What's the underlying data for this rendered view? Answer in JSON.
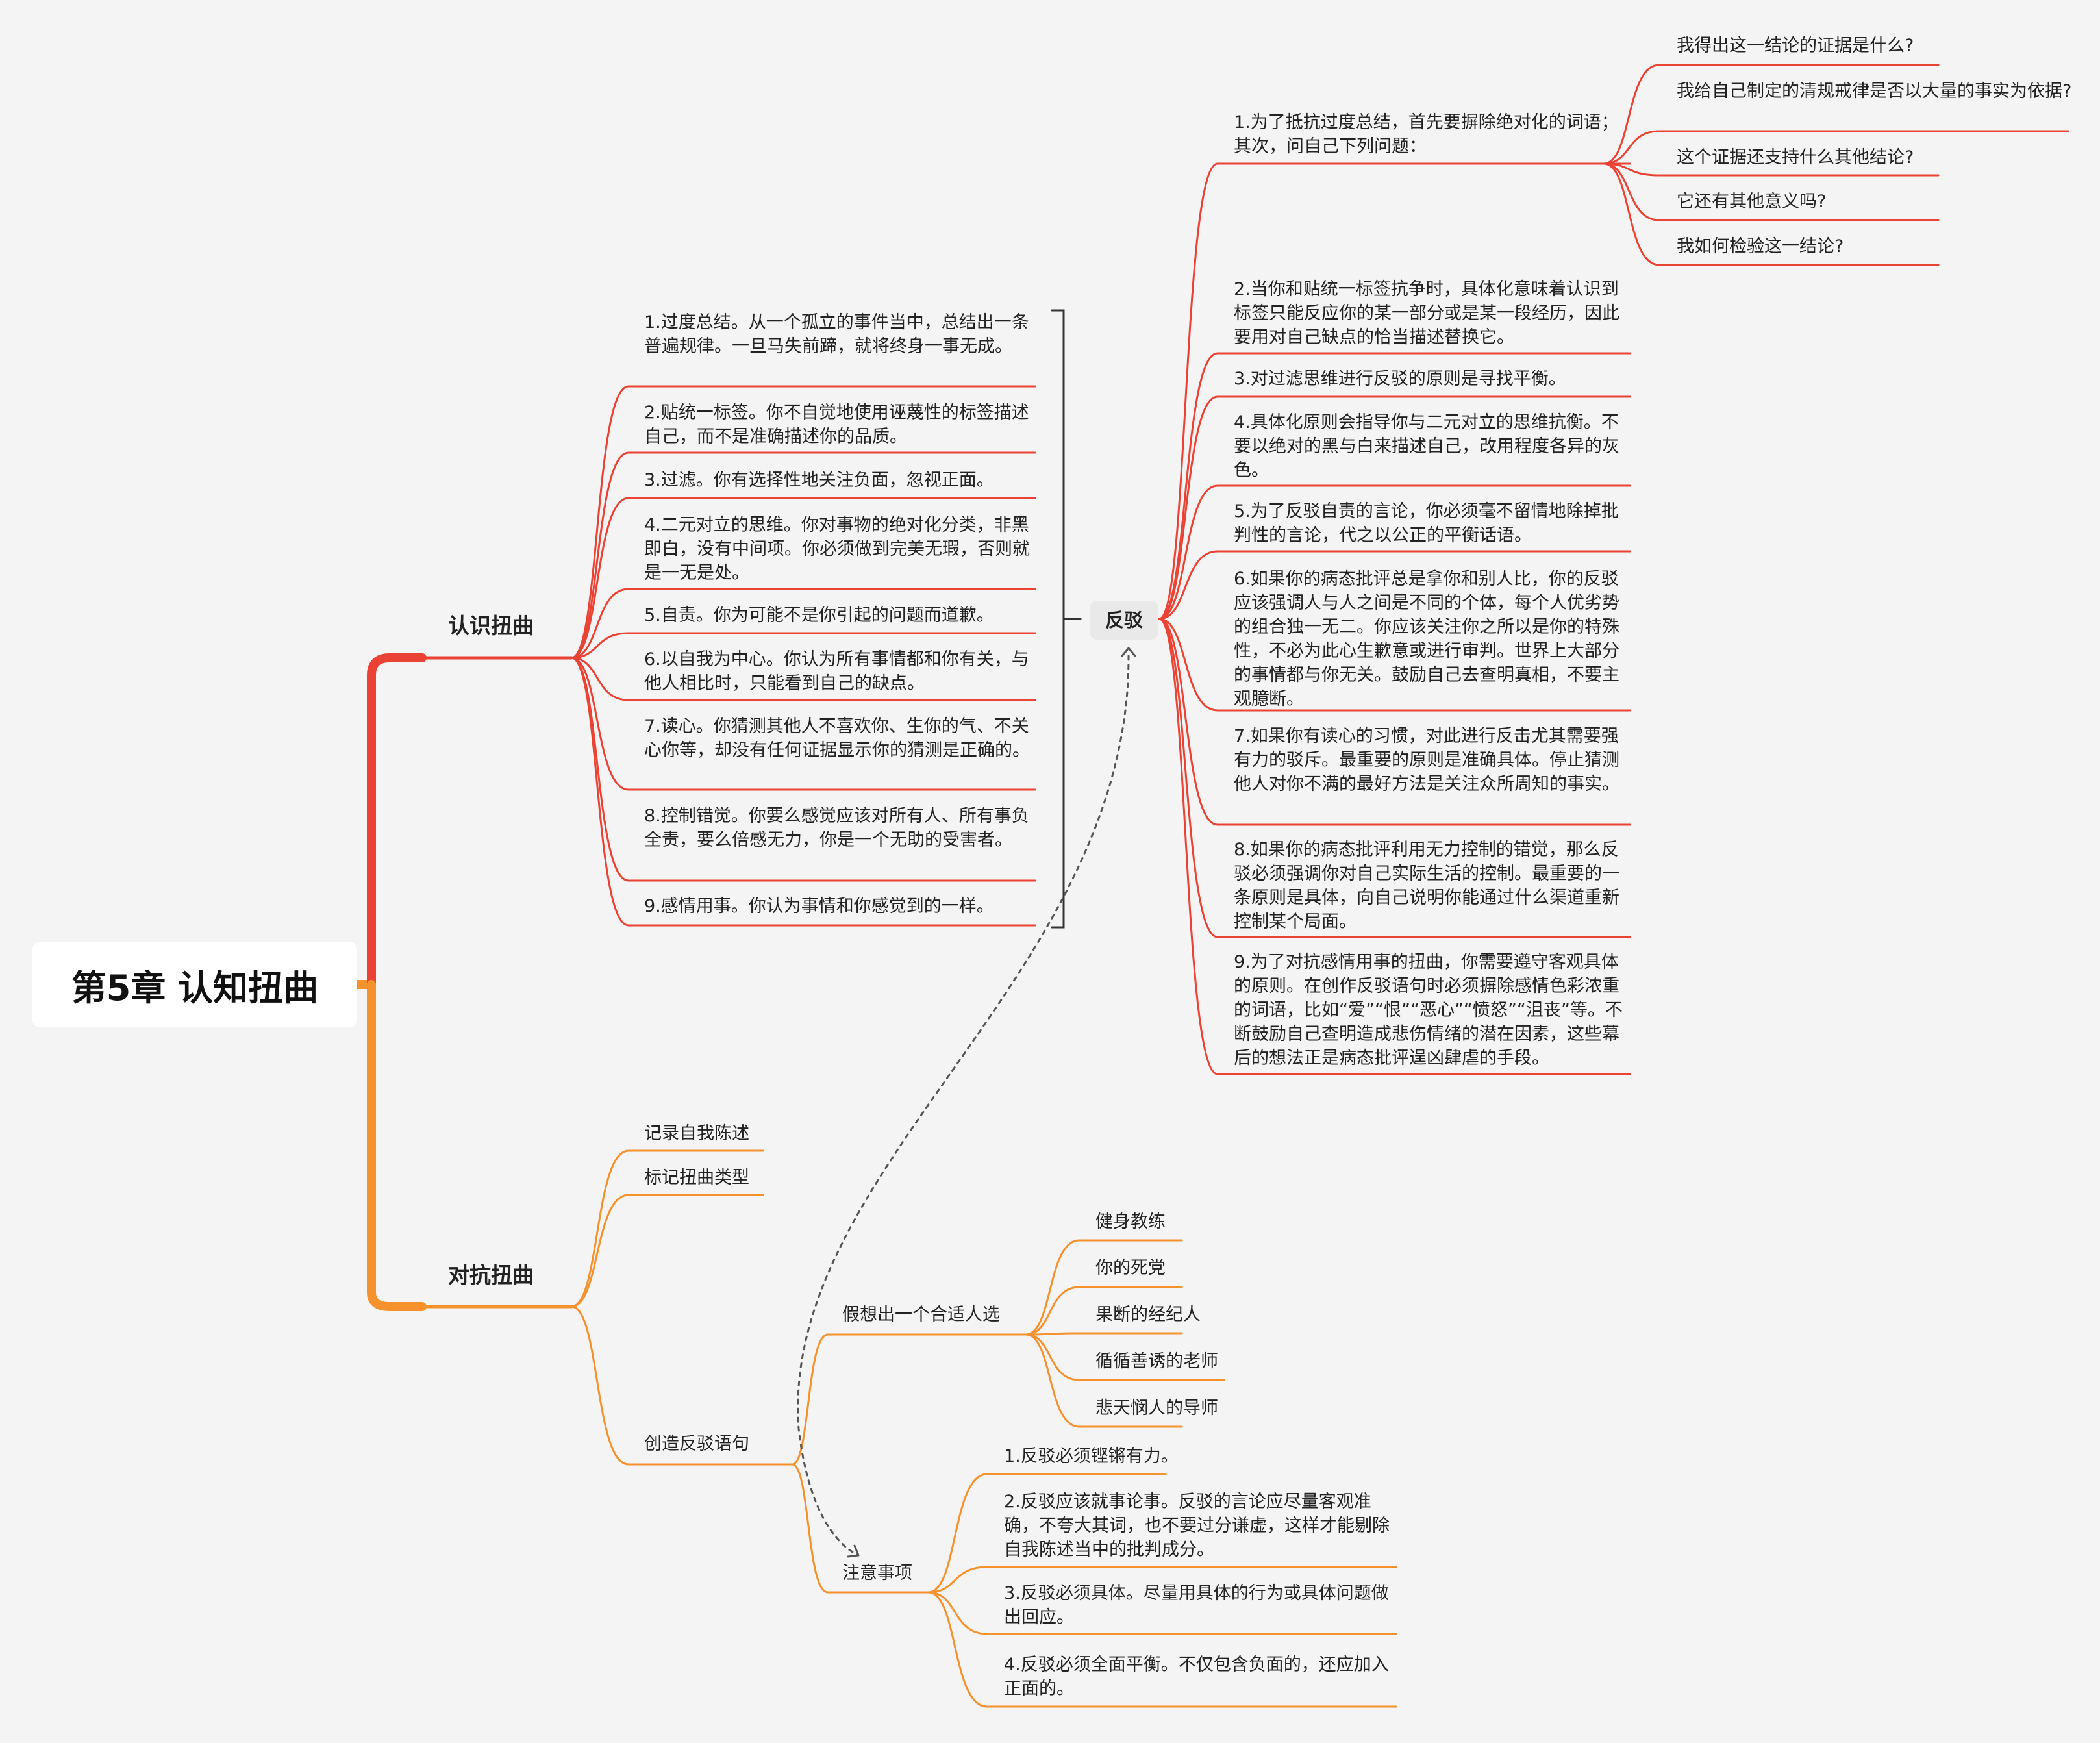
{
  "root": "第5章 认知扭曲",
  "branches": {
    "distortions": {
      "label": "认识扭曲",
      "items": [
        "1.过度总结。从一个孤立的事件当中，总结出一条普遍规律。一旦马失前蹄，就将终身一事无成。",
        "2.贴统一标签。你不自觉地使用诬蔑性的标签描述自己，而不是准确描述你的品质。",
        "3.过滤。你有选择性地关注负面，忽视正面。",
        "4.二元对立的思维。你对事物的绝对化分类，非黑即白，没有中间项。你必须做到完美无瑕，否则就是一无是处。",
        "5.自责。你为可能不是你引起的问题而道歉。",
        "6.以自我为中心。你认为所有事情都和你有关，与他人相比时，只能看到自己的缺点。",
        "7.读心。你猜测其他人不喜欢你、生你的气、不关心你等，却没有任何证据显示你的猜测是正确的。",
        "8.控制错觉。你要么感觉应该对所有人、所有事负全责，要么倍感无力，你是一个无助的受害者。",
        "9.感情用事。你认为事情和你感觉到的一样。"
      ]
    },
    "rebuttal": {
      "label": "反驳",
      "items": [
        "1.为了抵抗过度总结，首先要摒除绝对化的词语；其次，问自己下列问题：",
        "2.当你和贴统一标签抗争时，具体化意味着认识到标签只能反应你的某一部分或是某一段经历，因此要用对自己缺点的恰当描述替换它。",
        "3.对过滤思维进行反驳的原则是寻找平衡。",
        "4.具体化原则会指导你与二元对立的思维抗衡。不要以绝对的黑与白来描述自己，改用程度各异的灰色。",
        "5.为了反驳自责的言论，你必须毫不留情地除掉批判性的言论，代之以公正的平衡话语。",
        "6.如果你的病态批评总是拿你和别人比，你的反驳应该强调人与人之间是不同的个体，每个人优劣势的组合独一无二。你应该关注你之所以是你的特殊性，不必为此心生歉意或进行审判。世界上大部分的事情都与你无关。鼓励自己去查明真相，不要主观臆断。",
        "7.如果你有读心的习惯，对此进行反击尤其需要强有力的驳斥。最重要的原则是准确具体。停止猜测他人对你不满的最好方法是关注众所周知的事实。",
        "8.如果你的病态批评利用无力控制的错觉，那么反驳必须强调你对自己实际生活的控制。最重要的一条原则是具体，向自己说明你能通过什么渠道重新控制某个局面。",
        "9.为了对抗感情用事的扭曲，你需要遵守客观具体的原则。在创作反驳语句时必须摒除感情色彩浓重的词语，比如“爱”“恨”“恶心”“愤怒”“沮丧”等。不断鼓励自己查明造成悲伤情绪的潜在因素，这些幕后的想法正是病态批评逞凶肆虐的手段。"
      ],
      "questions": [
        "我得出这一结论的证据是什么?",
        "我给自己制定的清规戒律是否以大量的事实为依据?",
        "这个证据还支持什么其他结论?",
        "它还有其他意义吗?",
        "我如何检验这一结论?"
      ]
    },
    "counter": {
      "label": "对抗扭曲",
      "items": [
        "记录自我陈述",
        "标记扭曲类型",
        "创造反驳语句"
      ],
      "imagine": {
        "label": "假想出一个合适人选",
        "items": [
          "健身教练",
          "你的死党",
          "果断的经纪人",
          "循循善诱的老师",
          "悲天悯人的导师"
        ]
      },
      "notes": {
        "label": "注意事项",
        "items": [
          "1.反驳必须铿锵有力。",
          "2.反驳应该就事论事。反驳的言论应尽量客观准确，不夸大其词，也不要过分谦虚，这样才能剔除自我陈述当中的批判成分。",
          "3.反驳必须具体。尽量用具体的行为或具体问题做出回应。",
          "4.反驳必须全面平衡。不仅包含负面的，还应加入正面的。"
        ]
      }
    }
  },
  "colors": {
    "red": "#ea4335",
    "orange": "#f6922e"
  }
}
